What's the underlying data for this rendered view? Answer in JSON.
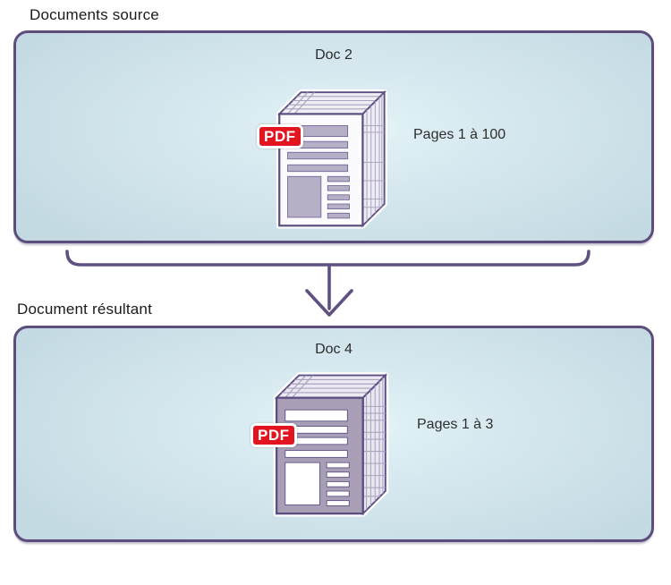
{
  "source_section": {
    "title": "Documents source",
    "doc_label": "Doc 2",
    "pages_label": "Pages 1 à 100",
    "pdf_badge_label": "PDF"
  },
  "result_section": {
    "title": "Document résultant",
    "doc_label": "Doc 4",
    "pages_label": "Pages 1 à 3",
    "pdf_badge_label": "PDF"
  },
  "icons": {
    "source_document": "pdf-document-stack-3d-icon",
    "result_document": "pdf-document-stack-3d-icon",
    "connector": "merge-brace-down-arrow"
  },
  "colors": {
    "box_border": "#5c4d7d",
    "box_background_edge": "#c4dae3",
    "box_background_center": "#f3f9fb",
    "connector_stroke": "#5f5181",
    "pdf_badge_background": "#e2141f",
    "pdf_badge_text": "#ffffff",
    "icon_outline": "#5b4f82",
    "title_text": "#1a1a1a"
  }
}
